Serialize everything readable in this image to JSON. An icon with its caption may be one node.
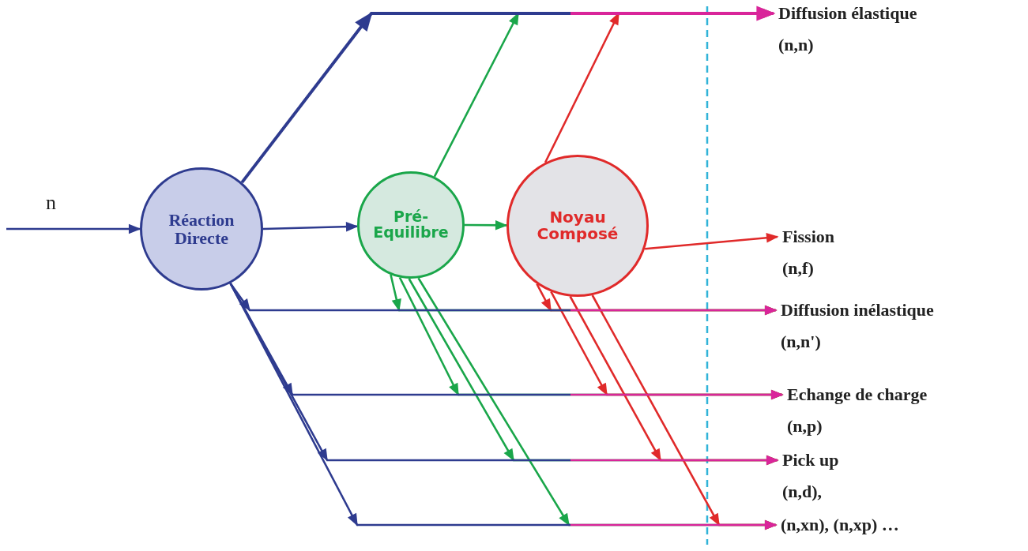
{
  "diagram": {
    "nodes": [
      {
        "text": [
          "Réaction Directe"
        ]
      },
      {
        "text": [
          "Pré- Equilibre"
        ]
      },
      {
        "text": [
          "Noyau Composé"
        ]
      },
      {
        "text": [
          "Diffusion élastique",
          "(n,n)"
        ]
      },
      {
        "text": [
          "Fission",
          "(n,f)"
        ]
      },
      {
        "text": [
          "Diffusion inélastique",
          "(n,n')"
        ]
      },
      {
        "text": [
          "Echange de charge",
          "(n,p)"
        ]
      },
      {
        "text": [
          "Pick up",
          "(n,d),"
        ]
      },
      {
        "text": [
          "(n,xn), (n,xp) …"
        ]
      }
    ],
    "edges": [
      {
        "from": null,
        "to": 0,
        "arrow": "to",
        "label": "n",
        "color": "#2e3b8f"
      },
      {
        "from": 0,
        "to": 1,
        "arrow": "to",
        "color": "#2e3b8f"
      },
      {
        "from": 1,
        "to": 2,
        "arrow": "to",
        "color": "#1aa64a"
      },
      {
        "from": 0,
        "to": 3,
        "arrow": "to"
      },
      {
        "from": 0,
        "to": 5,
        "arrow": "to"
      },
      {
        "from": 0,
        "to": 6,
        "arrow": "to"
      },
      {
        "from": 0,
        "to": 7,
        "arrow": "to"
      },
      {
        "from": 0,
        "to": 8,
        "arrow": "to"
      },
      {
        "from": 1,
        "to": 3,
        "arrow": "to",
        "color": "#1aa64a"
      },
      {
        "from": 1,
        "to": 5,
        "arrow": "to",
        "color": "#1aa64a"
      },
      {
        "from": 1,
        "to": 6,
        "arrow": "to",
        "color": "#1aa64a"
      },
      {
        "from": 1,
        "to": 7,
        "arrow": "to",
        "color": "#1aa64a"
      },
      {
        "from": 1,
        "to": 8,
        "arrow": "to",
        "color": "#1aa64a"
      },
      {
        "from": 2,
        "to": 3,
        "arrow": "to",
        "color": "#e02a2a"
      },
      {
        "from": 2,
        "to": 4,
        "arrow": "to",
        "color": "#e02a2a"
      },
      {
        "from": 2,
        "to": 5,
        "arrow": "to",
        "color": "#e02a2a"
      },
      {
        "from": 2,
        "to": 6,
        "arrow": "to",
        "color": "#e02a2a"
      },
      {
        "from": 2,
        "to": 7,
        "arrow": "to",
        "color": "#e02a2a"
      },
      {
        "from": 2,
        "to": 8,
        "arrow": "to",
        "color": "#e02a2a"
      }
    ]
  }
}
